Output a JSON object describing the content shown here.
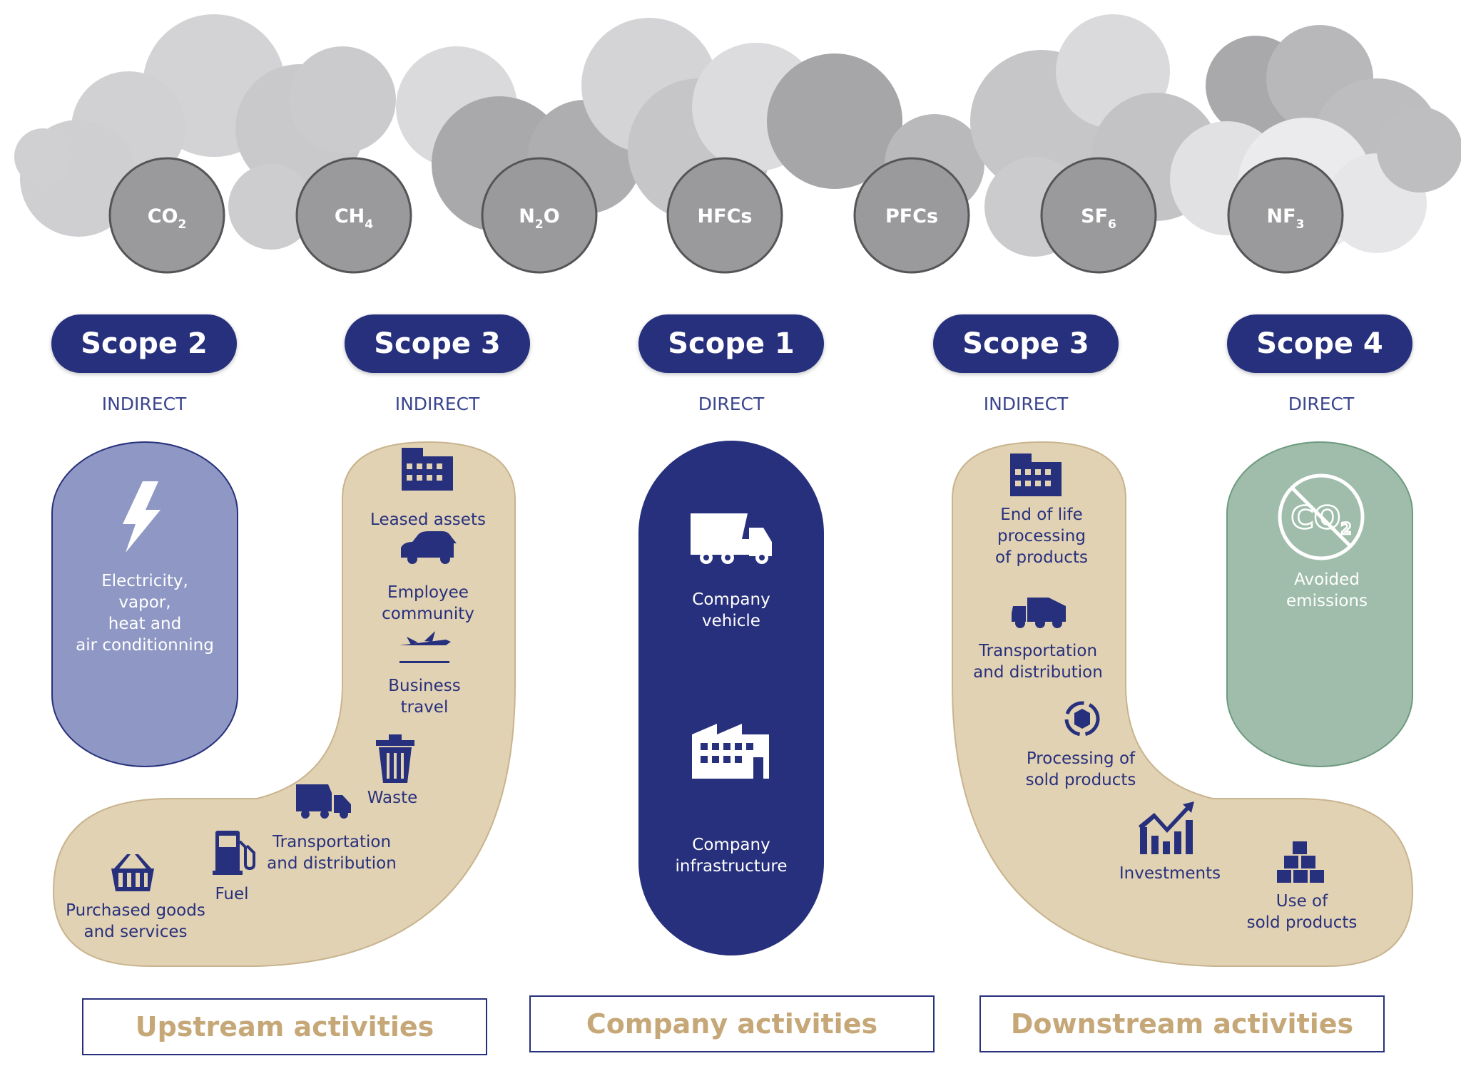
{
  "gases": [
    {
      "main": "CO",
      "sub": "2"
    },
    {
      "main": "CH",
      "sub": "4"
    },
    {
      "main": "N",
      "sub": "2",
      "post": "O"
    },
    {
      "main": "HFCs",
      "sub": ""
    },
    {
      "main": "PFCs",
      "sub": ""
    },
    {
      "main": "SF",
      "sub": "6"
    },
    {
      "main": "NF",
      "sub": "3"
    }
  ],
  "scopes": [
    {
      "title": "Scope 2",
      "type": "INDIRECT"
    },
    {
      "title": "Scope 3",
      "type": "INDIRECT"
    },
    {
      "title": "Scope 1",
      "type": "DIRECT"
    },
    {
      "title": "Scope 3",
      "type": "INDIRECT"
    },
    {
      "title": "Scope 4",
      "type": "DIRECT"
    }
  ],
  "scope2": {
    "label_lines": [
      "Electricity,",
      "vapor,",
      "heat and",
      "air conditionning"
    ]
  },
  "upstream": {
    "leased_assets": "Leased assets",
    "employee_community": [
      "Employee",
      "community"
    ],
    "business_travel": [
      "Business",
      "travel"
    ],
    "waste": "Waste",
    "transportation": [
      "Transportation",
      "and distribution"
    ],
    "fuel": "Fuel",
    "purchased": [
      "Purchased goods",
      "and services"
    ]
  },
  "company": {
    "vehicle": [
      "Company",
      "vehicle"
    ],
    "infrastructure": [
      "Company",
      "infrastructure"
    ]
  },
  "downstream": {
    "end_of_life": [
      "End of life",
      "processing",
      "of products"
    ],
    "transportation": [
      "Transportation",
      "and distribution"
    ],
    "processing": [
      "Processing of",
      "sold products"
    ],
    "investments": "Investments",
    "use_of_sold": [
      "Use of",
      "sold products"
    ]
  },
  "scope4": {
    "label_lines": [
      "Avoided",
      "emissions"
    ],
    "icon_text": "CO",
    "icon_sub": "2"
  },
  "footer": {
    "upstream": "Upstream activities",
    "company": "Company activities",
    "downstream": "Downstream activities"
  },
  "colors": {
    "navy": "#27307c",
    "scope2_fill": "#8f98c4",
    "beige": "#e2d2b4",
    "scope4_fill": "#9fbdaa",
    "gold_text": "#c6a878"
  }
}
